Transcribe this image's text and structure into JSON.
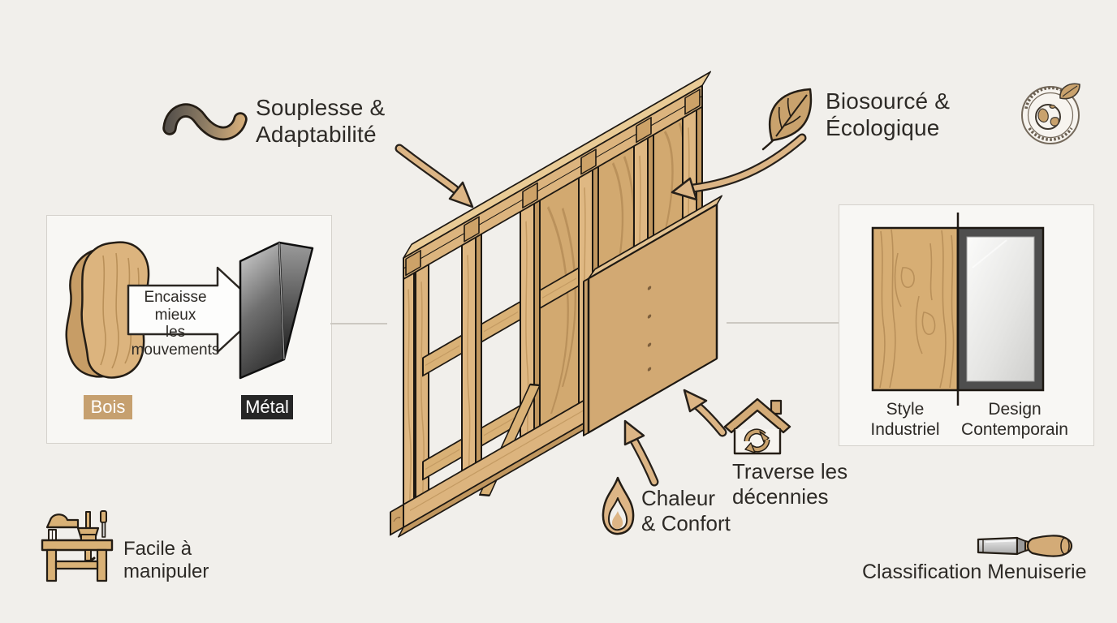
{
  "colors": {
    "background": "#f1efeb",
    "wood": "#d9b176",
    "wood_light": "#e3c291",
    "accent_tan": "#c9a26d",
    "outline": "#241d15",
    "metal_dark": "#262626",
    "text": "#2d2a26",
    "box_border": "#d5d2cc"
  },
  "callouts": {
    "flexibility": {
      "l1": "Souplesse &",
      "l2": "Adaptabilité",
      "icon": "squiggle-flex-icon"
    },
    "eco": {
      "l1": "Biosourcé &",
      "l2": "Écologique",
      "icon": "leaf-icon"
    },
    "warmth": {
      "l1": "Chaleur",
      "l2": "& Confort",
      "icon": "flame-icon"
    },
    "longevity": {
      "l1": "Traverse les",
      "l2": "décennies",
      "icon": "house-cycle-icon"
    },
    "handling": {
      "l1": "Facile à",
      "l2": "manipuler",
      "icon": "workbench-icon"
    },
    "classification": {
      "label": "Classification Menuiserie",
      "icon": "chisel-icon"
    }
  },
  "movement_box": {
    "arrow_l1": "Encaisse mieux",
    "arrow_l2": "les mouvements",
    "wood_chip": "Bois",
    "metal_chip": "Métal"
  },
  "style_box": {
    "left_l1": "Style",
    "left_l2": "Industriel",
    "right_l1": "Design",
    "right_l2": "Contemporain"
  },
  "badge": {
    "icon": "eco-certified-stamp-icon"
  },
  "illustration": {
    "name": "timber-frame-wall"
  }
}
